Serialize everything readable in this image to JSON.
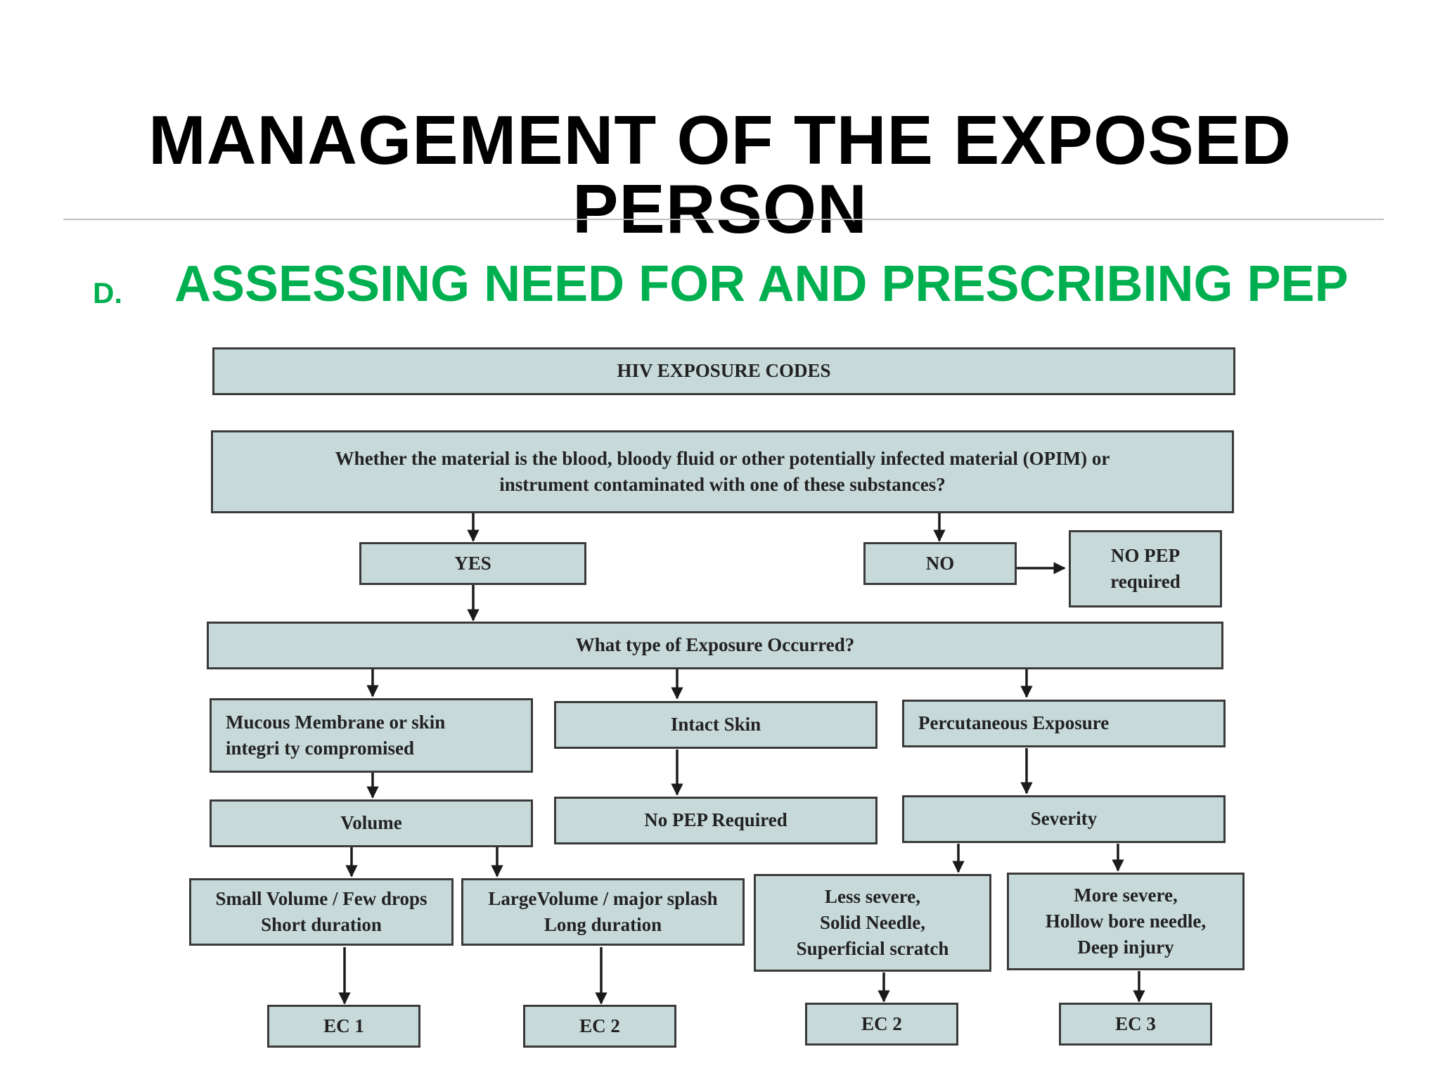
{
  "slide": {
    "title": "MANAGEMENT OF THE EXPOSED PERSON",
    "subtitle_letter": "D.",
    "subtitle": "ASSESSING NEED FOR AND PRESCRIBING PEP"
  },
  "flowchart": {
    "header": "HIV EXPOSURE CODES",
    "question": {
      "line1": "Whether the material is the blood, bloody fluid or other potentially infected material (OPIM) or",
      "line2": "instrument contaminated with one of these substances?"
    },
    "yes": "YES",
    "no": "NO",
    "no_pep": {
      "line1": "NO PEP",
      "line2": "required"
    },
    "exposure_type": "What type of Exposure Occurred?",
    "mucous": {
      "line1": "Mucous Membrane or skin",
      "line2": "integri ty compromised"
    },
    "intact_skin": "Intact Skin",
    "percutaneous": "Percutaneous Exposure",
    "volume": "Volume",
    "no_pep_required": "No PEP Required",
    "severity": "Severity",
    "small_volume": {
      "line1": "Small Volume / Few drops",
      "line2": "Short duration"
    },
    "large_volume": {
      "line1": "LargeVolume / major splash",
      "line2": "Long duration"
    },
    "less_severe": {
      "line1": "Less severe,",
      "line2": "Solid Needle,",
      "line3": "Superficial scratch"
    },
    "more_severe": {
      "line1": "More severe,",
      "line2": "Hollow bore needle,",
      "line3": "Deep injury"
    },
    "ec1": "EC 1",
    "ec2_a": "EC 2",
    "ec2_b": "EC 2",
    "ec3": "EC 3"
  },
  "colors": {
    "title": "#000000",
    "subtitle": "#00b050",
    "box_fill": "#c8d9d9",
    "box_border": "#3a3a3a",
    "arrow": "#1a1a1a"
  }
}
